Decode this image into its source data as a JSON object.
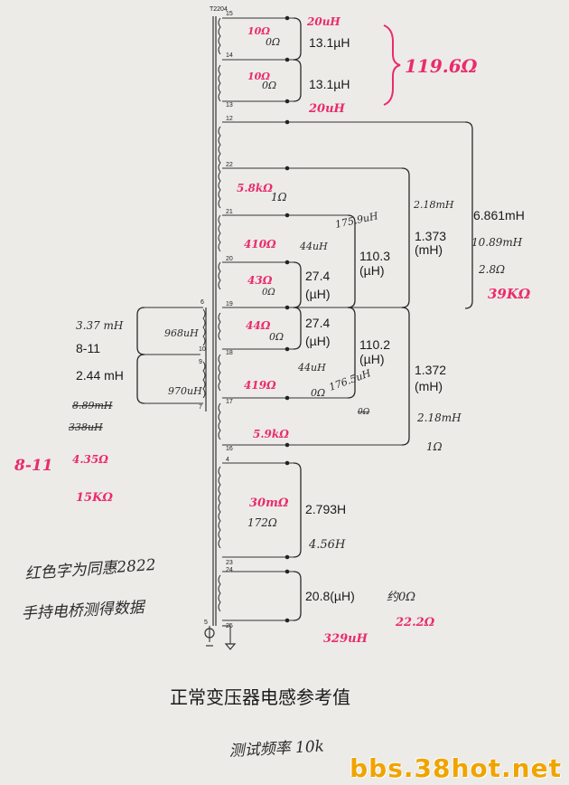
{
  "part_ref": "T2204",
  "pins": {
    "p15": "15",
    "p14": "14",
    "p13": "13",
    "p12": "12",
    "p22": "22",
    "p21": "21",
    "p20": "20",
    "p19": "19",
    "p6": "6",
    "p18": "18",
    "p10": "10",
    "p9": "9",
    "p17": "17",
    "p7": "7",
    "p16": "16",
    "p4": "4",
    "p23": "23",
    "p24": "24",
    "p25": "25",
    "p5": "5"
  },
  "printed": {
    "l15_14": "13.1µH",
    "l14_13": "13.1µH",
    "l12_16": "6.861mH",
    "l12_16_unit": "",
    "l22_19_a": "1.373",
    "l22_19_b": "(mH)",
    "l21_19_a": "110.3",
    "l21_19_b": "(µH)",
    "l20_19_a": "27.4",
    "l20_19_b": "(µH)",
    "l19_18_a": "27.4",
    "l19_18_b": "(µH)",
    "l19_17_a": "110.2",
    "l19_17_b": "(µH)",
    "l19_16_a": "1.372",
    "l19_16_b": "(mH)",
    "l8_11_val": "3.37 mH",
    "l8_11_lbl": "8-11",
    "l11_9_val": "2.44 mH",
    "l4_23": "2.793H",
    "l24_25": "20.8(µH)",
    "caption": "正常变压器电感参考值"
  },
  "handwritten": {
    "black": {
      "r15_14": "0Ω",
      "r14_13": "0Ω",
      "r22": "1Ω",
      "r21_20": "44uH",
      "r20_19": "0Ω",
      "r19_18": "0Ω",
      "r18_17": "44uH",
      "r17": "0Ω",
      "l21_19_h": "175.9uH",
      "l19_17_h": "176.5uH",
      "l22_h": "2.18mH",
      "l12_h1": "10.89mH",
      "l12_h2": "2.8Ω",
      "l16_h1": "2.18mH",
      "l16_h2": "1Ω",
      "l8_11_h": "968uH",
      "l11_9_h": "970uH",
      "strike1": "8.89mH",
      "strike2": "338uH",
      "strike3": "0Ω",
      "l4_23_h1": "172Ω",
      "l4_23_h2": "4.56H",
      "l24_h": "约0Ω",
      "note1": "红色字为同惠2822",
      "note2": "手持电桥测得数据",
      "freq": "测试频率 10k"
    },
    "red": {
      "a15": "10Ω",
      "a14": "10Ω",
      "u15": "20uH",
      "u13": "20uH",
      "big": "119.6Ω",
      "b22": "5.8kΩ",
      "b21": "410Ω",
      "b20": "43Ω",
      "b19": "44Ω",
      "b18": "419Ω",
      "b16": "5.9kΩ",
      "b12": "39KΩ",
      "s811": "8-11",
      "s811b": "4.35Ω",
      "s811c": "15KΩ",
      "b4": "30mΩ",
      "b24a": "22.2Ω",
      "b24b": "329uH"
    }
  },
  "watermark": "bbs.38hot.net",
  "colors": {
    "ink": "#1a1a1a",
    "red": "#ea2b6c",
    "paper": "#ecebe8",
    "watermark": "#f0a400"
  }
}
